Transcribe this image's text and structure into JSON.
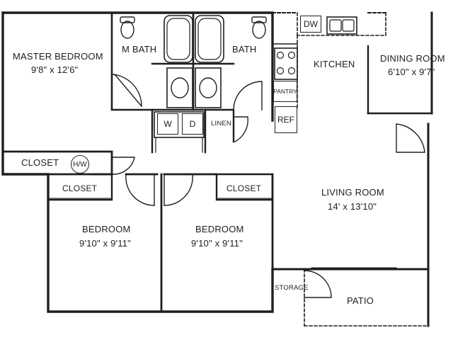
{
  "rooms": {
    "master_bedroom": {
      "name": "MASTER BEDROOM",
      "size": "9'8\" x 12'6\""
    },
    "m_bath": {
      "name": "M BATH"
    },
    "bath": {
      "name": "BATH"
    },
    "kitchen": {
      "name": "KITCHEN"
    },
    "dining_room": {
      "name": "DINING ROOM",
      "size": "6'10\" x 9'7\""
    },
    "living_room": {
      "name": "LIVING ROOM",
      "size": "14' x 13'10\""
    },
    "bedroom_left": {
      "name": "BEDROOM",
      "size": "9'10\" x 9'11\""
    },
    "bedroom_right": {
      "name": "BEDROOM",
      "size": "9'10\" x 9'11\""
    },
    "patio": {
      "name": "PATIO"
    },
    "storage": {
      "name": "STORAGE"
    },
    "closet_master": {
      "name": "CLOSET"
    },
    "closet_left": {
      "name": "CLOSET"
    },
    "closet_right": {
      "name": "CLOSET"
    }
  },
  "fixtures": {
    "dishwasher": "DW",
    "pantry": "PANTRY",
    "refrigerator": "REF",
    "washer": "W",
    "dryer": "D",
    "linen": "LINEN",
    "water_heater": "H/W"
  }
}
